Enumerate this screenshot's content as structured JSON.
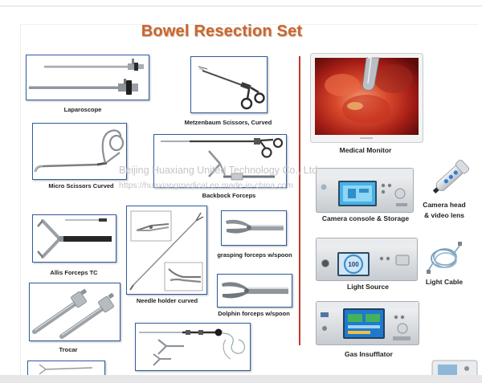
{
  "title": "Bowel Resection Set",
  "watermark": {
    "company": "Beijing Huaxiang United Technology Co., Ltd",
    "url": "https://huaxiangmedical.en.made-in-china.com"
  },
  "instruments": {
    "laparoscope": "Laparoscope",
    "metzenbaum_scissors": "Metzenbaum Scissors, Curved",
    "micro_scissors": "Micro Scissors Curved",
    "backbock_forceps": "Backbock Forceps",
    "allis_forceps": "Allis Forceps TC",
    "needle_holder": "Needle holder curved",
    "grasping_forceps": "grasping forceps w/spoon",
    "dolphin_forceps": "Dolphin forceps w/spoon",
    "trocar": "Trocar"
  },
  "equipment": {
    "monitor": "Medical Monitor",
    "camera_console": "Camera console & Storage",
    "camera_head": [
      "Camera head",
      "& video lens"
    ],
    "light_source": "Light Source",
    "light_source_display": "100",
    "light_cable": "Light Cable",
    "insufflator": "Gas Insufflator"
  },
  "colors": {
    "title": "#c9662e",
    "box_border": "#2e5d9e",
    "divider": "#c0392b"
  }
}
